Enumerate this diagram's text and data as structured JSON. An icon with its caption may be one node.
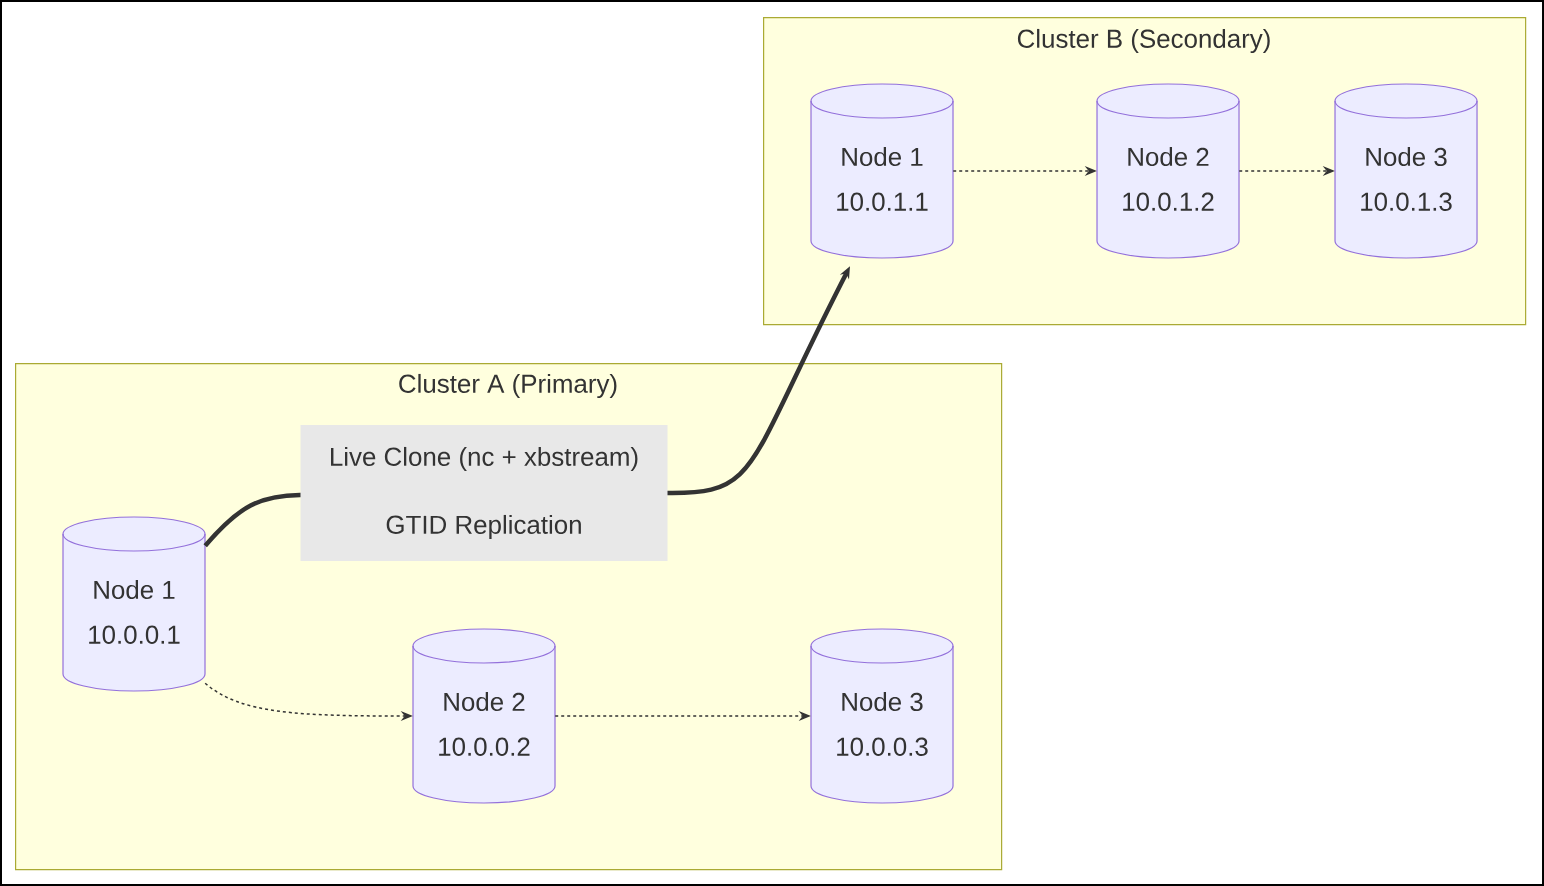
{
  "diagram": {
    "nodes": [
      {
        "text": [
          "Cluster B (Secondary)"
        ]
      },
      {
        "text": [
          "Node 1",
          "10.0.1.1"
        ],
        "in": 0
      },
      {
        "text": [
          "Node 2",
          "10.0.1.2"
        ],
        "in": 0
      },
      {
        "text": [
          "Node 3",
          "10.0.1.3"
        ],
        "in": 0
      },
      {
        "text": [
          "Cluster A (Primary)"
        ]
      },
      {
        "text": [
          "Node 1",
          "10.0.0.1"
        ],
        "in": 4
      },
      {
        "text": [
          "Node 2",
          "10.0.0.2"
        ],
        "in": 4
      },
      {
        "text": [
          "Node 3",
          "10.0.0.3"
        ],
        "in": 4
      }
    ],
    "edges": [
      {
        "from": 1,
        "to": 2,
        "arrow": "to",
        "style": "dashed"
      },
      {
        "from": 2,
        "to": 3,
        "arrow": "to",
        "style": "dashed"
      },
      {
        "from": 5,
        "to": 6,
        "arrow": "to",
        "style": "dashed"
      },
      {
        "from": 6,
        "to": 7,
        "arrow": "to",
        "style": "dashed"
      },
      {
        "from": 5,
        "to": 1,
        "arrow": "to",
        "style": "thick",
        "label": "Live Clone (nc + xbstream)"
      }
    ],
    "labels": [
      "GTID Replication"
    ]
  }
}
